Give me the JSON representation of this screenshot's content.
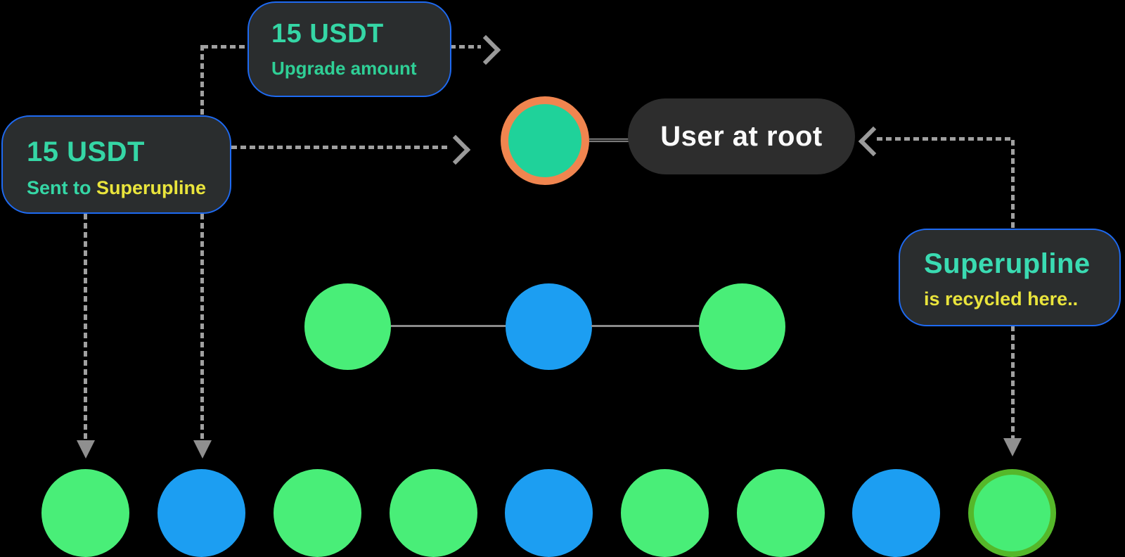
{
  "diagram": {
    "callouts": {
      "upgrade": {
        "title": "15 USDT",
        "subtitle": "Upgrade amount"
      },
      "sent": {
        "title": "15 USDT",
        "subtitle_prefix": "Sent to ",
        "subtitle_highlight": "Superupline"
      },
      "recycled": {
        "title": "Superupline",
        "subtitle": "is recycled here.."
      }
    },
    "root": {
      "label": "User at root",
      "node_fill": "#1fd29a",
      "node_ring": "#f0854f"
    },
    "nodes": {
      "middle_row": [
        {
          "color": "green"
        },
        {
          "color": "blue"
        },
        {
          "color": "green"
        }
      ],
      "bottom_row": [
        {
          "color": "green"
        },
        {
          "color": "blue"
        },
        {
          "color": "green"
        },
        {
          "color": "green"
        },
        {
          "color": "blue"
        },
        {
          "color": "green"
        },
        {
          "color": "green"
        },
        {
          "color": "blue"
        },
        {
          "color": "green-ringed"
        }
      ]
    },
    "colors": {
      "background": "#000000",
      "callout_bg": "#2a2d2e",
      "callout_border": "#1e6af2",
      "teal_text": "#35d6a5",
      "green_text": "#2fcf96",
      "yellow_text": "#e9e43c",
      "white_text": "#fafafa",
      "node_green": "#49ee78",
      "node_blue": "#1c9ef2",
      "recycle_ring_green": "#55b82a",
      "connector_gray": "#a0a0a0"
    }
  }
}
